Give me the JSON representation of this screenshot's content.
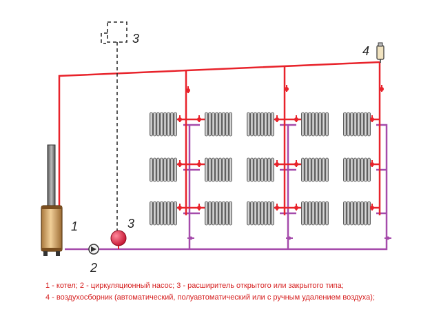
{
  "diagram": {
    "labels": {
      "boiler": "1",
      "pump": "2",
      "expansion_tank_open": "3",
      "expansion_tank_closed": "3",
      "air_vent": "4"
    },
    "colors": {
      "supply": "#e8232b",
      "return": "#a54bab",
      "expansion_line": "#222222",
      "boiler_body": "#d7a869",
      "tank": "#e8274b",
      "radiator": "#bdbdbd"
    }
  },
  "caption": {
    "line1": "1 - котел; 2 - циркуляционный насос; 3 - расширитель открытого или закрытого типа;",
    "line2": "4 - воздухосборник (автоматический, полуавтоматический или с ручным удалением воздуха);"
  }
}
